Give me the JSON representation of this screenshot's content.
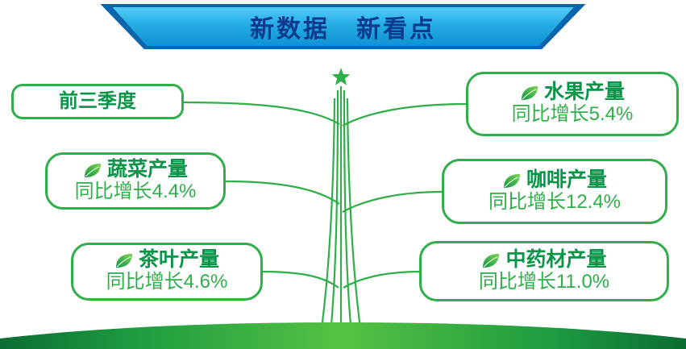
{
  "banner": {
    "title": "新数据　新看点"
  },
  "cards": [
    {
      "id": "quarter",
      "title": "前三季度",
      "side": "left"
    },
    {
      "id": "vegetable",
      "title": "蔬菜产量",
      "growth": "同比增长4.4%",
      "side": "left"
    },
    {
      "id": "tea",
      "title": "茶叶产量",
      "growth": "同比增长4.6%",
      "side": "left"
    },
    {
      "id": "fruit",
      "title": "水果产量",
      "growth": "同比增长5.4%",
      "side": "right"
    },
    {
      "id": "coffee",
      "title": "咖啡产量",
      "growth": "同比增长12.4%",
      "side": "right"
    },
    {
      "id": "herb",
      "title": "中药材产量",
      "growth": "同比增长11.0%",
      "side": "right"
    }
  ],
  "icons": {
    "card_bullet": "leaf-icon",
    "tree_top": "star-icon"
  },
  "colors": {
    "green_line": "#2fae49",
    "green_title": "#0a9447",
    "green_growth": "#2fae49",
    "banner_blue": "#25ace4",
    "banner_dark_blue": "#0a65ab",
    "banner_text": "#0d3a8d",
    "ground_dark_green": "#0b6d33"
  },
  "chart_data": {
    "type": "table",
    "title": "新数据 新看点",
    "period": "前三季度",
    "categories": [
      "水果产量",
      "蔬菜产量",
      "咖啡产量",
      "茶叶产量",
      "中药材产量"
    ],
    "series": [
      {
        "name": "同比增长(%)",
        "values": [
          5.4,
          4.4,
          12.4,
          4.6,
          11.0
        ]
      }
    ],
    "annotations": [
      "同比增长5.4%",
      "同比增长4.4%",
      "同比增长12.4%",
      "同比增长4.6%",
      "同比增长11.0%"
    ],
    "legend_position": "none",
    "grid": false
  }
}
